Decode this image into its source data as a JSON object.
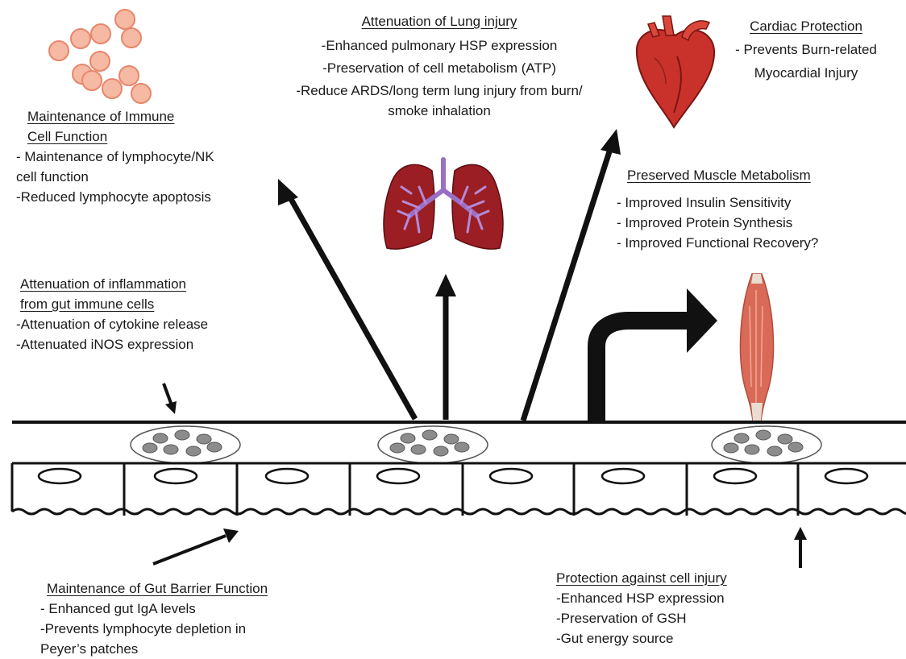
{
  "blocks": {
    "immune": {
      "title_lines": [
        "Maintenance of Immune",
        "Cell Function"
      ],
      "lines": [
        "- Maintenance of lymphocyte/NK",
        "cell function",
        "-Reduced lymphocyte apoptosis"
      ]
    },
    "lung": {
      "title_lines": [
        "Attenuation of Lung injury"
      ],
      "lines": [
        "-Enhanced pulmonary HSP expression",
        "-Preservation of cell metabolism (ATP)",
        "-Reduce ARDS/long term lung injury from burn/",
        "smoke inhalation"
      ]
    },
    "cardiac": {
      "title_lines": [
        "Cardiac Protection"
      ],
      "lines": [
        "- Prevents Burn-related",
        "Myocardial Injury"
      ]
    },
    "muscle": {
      "title_lines": [
        "Preserved Muscle Metabolism"
      ],
      "lines": [
        "- Improved Insulin Sensitivity",
        "- Improved Protein Synthesis",
        "- Improved Functional Recovery?"
      ]
    },
    "inflammation": {
      "title_lines": [
        "Attenuation of inflammation",
        "from gut immune cells"
      ],
      "lines": [
        "-Attenuation of cytokine release",
        "-Attenuated iNOS expression"
      ]
    },
    "barrier": {
      "title_lines": [
        "Maintenance of Gut Barrier Function"
      ],
      "lines": [
        "- Enhanced gut IgA levels",
        "-Prevents lymphocyte depletion in",
        " Peyer’s patches"
      ]
    },
    "injury": {
      "title_lines": [
        "Protection against cell injury"
      ],
      "lines": [
        "-Enhanced HSP expression",
        "-Preservation of GSH",
        "-Gut energy source"
      ]
    }
  },
  "icons": {
    "bacteria": "bacteria-cluster-icon",
    "lungs": "lungs-icon",
    "heart": "heart-icon",
    "muscle": "muscle-icon",
    "patch": "peyers-patch-icon",
    "cell": "enterocyte-icon"
  },
  "colors": {
    "bacteria_fill": "#f6b9a4",
    "bacteria_stroke": "#e8866b",
    "lung_tissue": "#9a1e24",
    "airway": "#9b6fc4",
    "heart": "#c8322b",
    "muscle": "#d96a57",
    "patch_dot": "#8c8c8c",
    "ink": "#111111"
  }
}
